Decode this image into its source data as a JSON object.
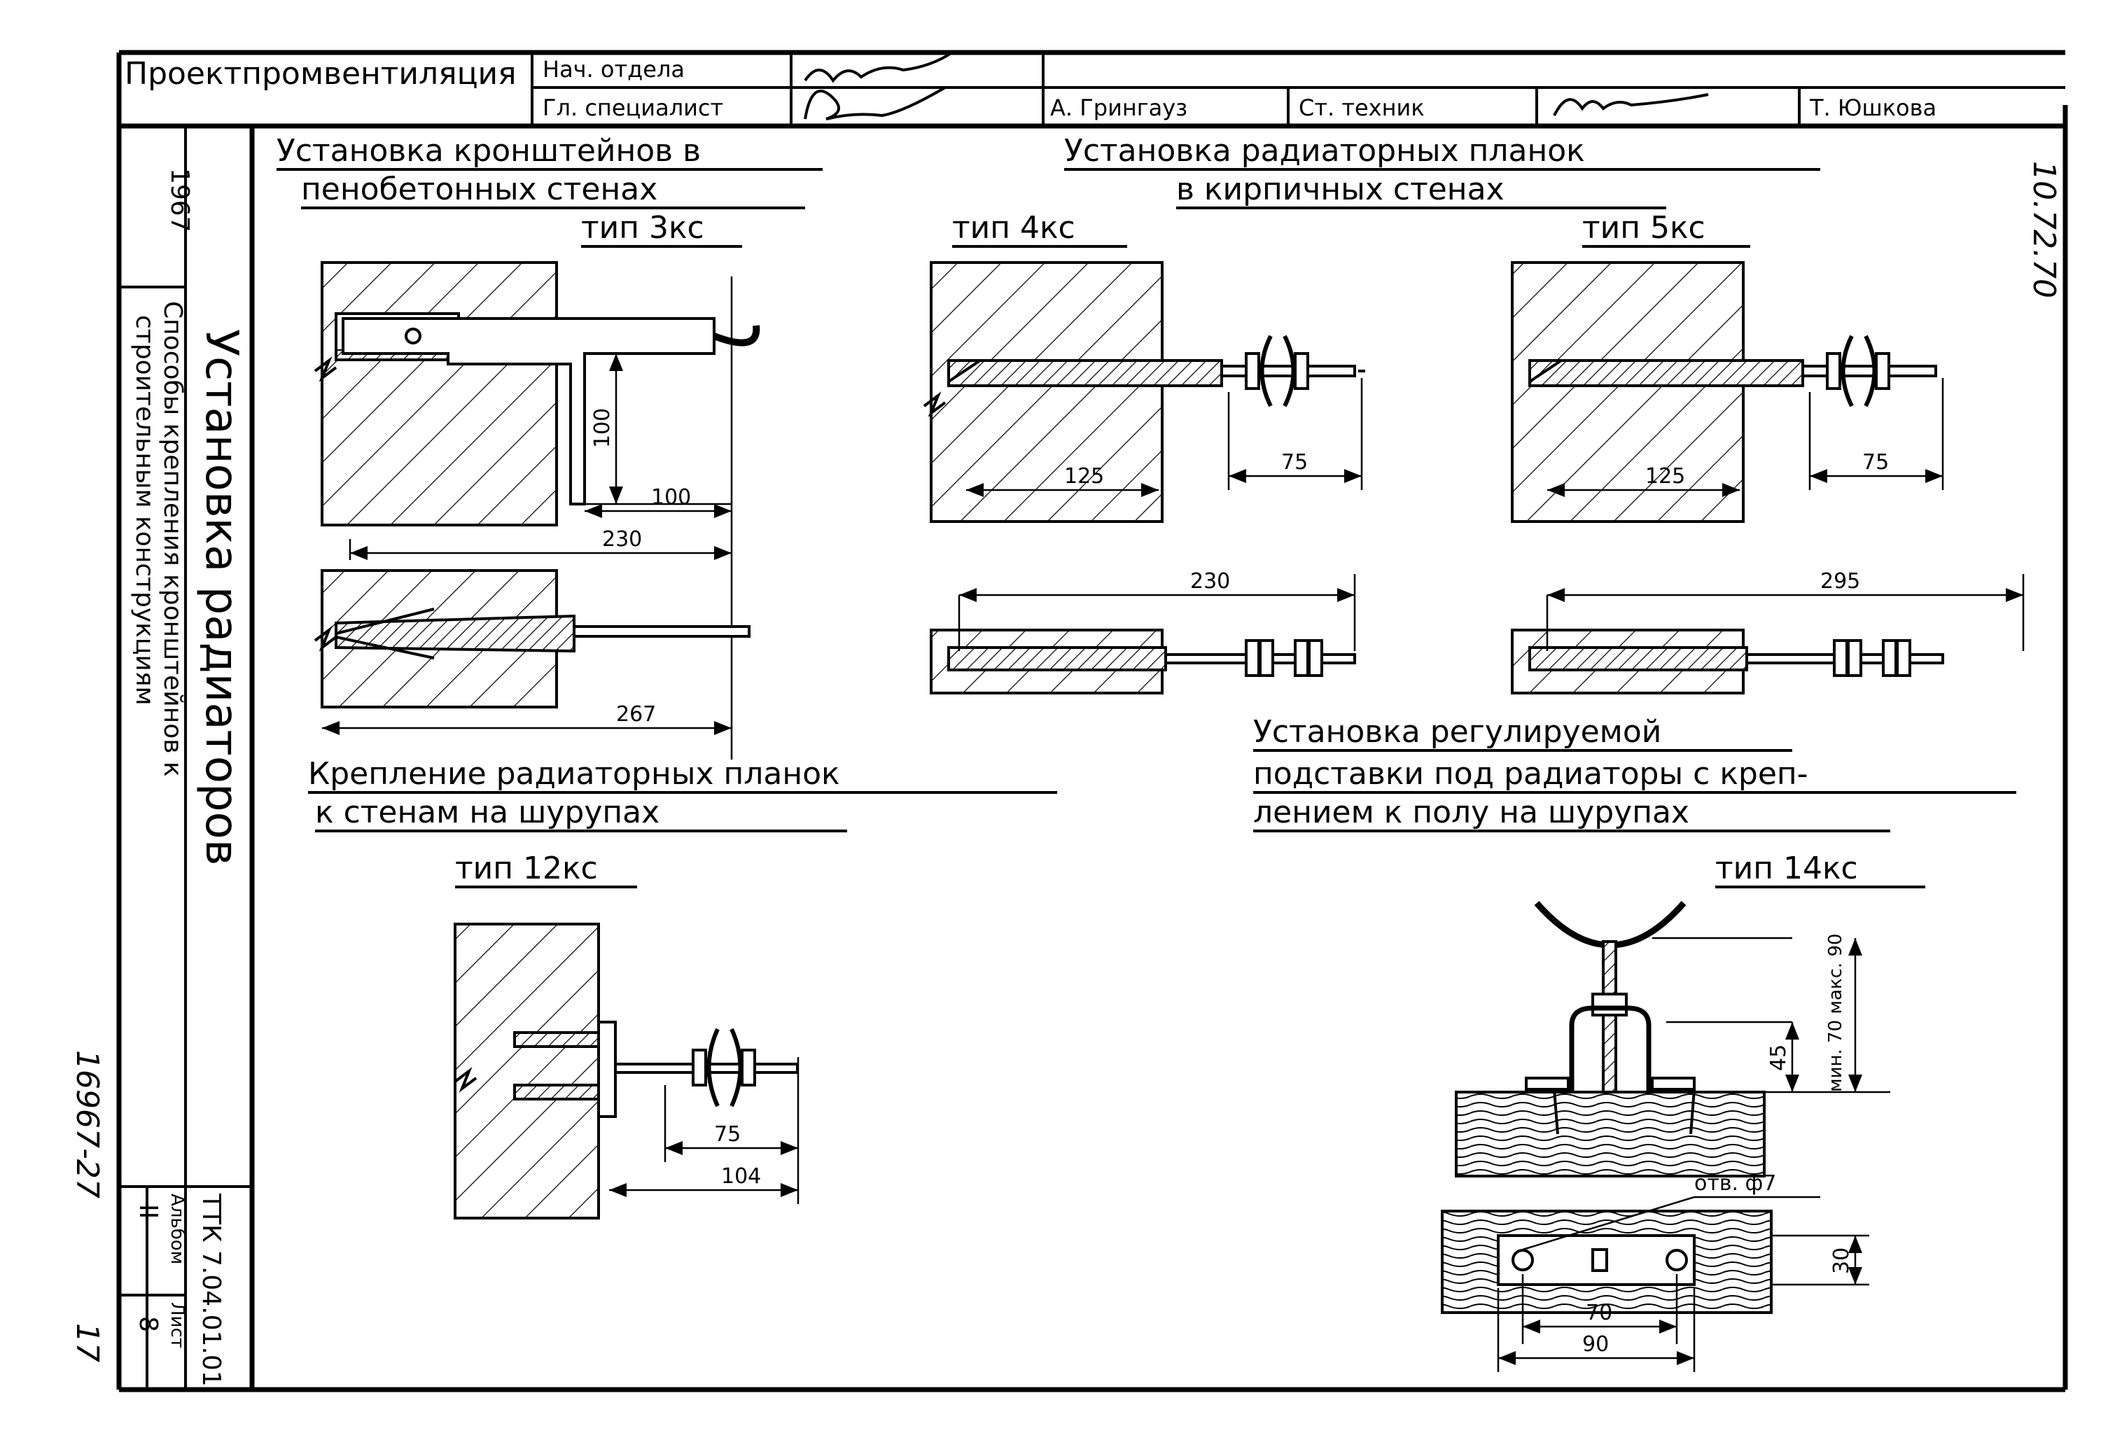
{
  "title_block": {
    "org": "Проектпромвентиляция",
    "role_head": "Нач. отдела",
    "role_specialist": "Гл. специалист",
    "name_specialist": "А. Грингауз",
    "role_technician": "Ст. техник",
    "name_technician": "Т. Юшкова"
  },
  "side_block": {
    "year": "1967",
    "main_title": "Установка радиаторов",
    "subtitle_1": "Способы крепления кронштейнов к",
    "subtitle_2": "строительным конструкциям",
    "doc_code": "ТТК 7.04.01.01",
    "album_label": "Альбом",
    "album_value": "II",
    "sheet_label": "Лист",
    "sheet_value": "8"
  },
  "margin": {
    "stamp": "16967-27",
    "page_number": "17",
    "date_mark": "10.72.70"
  },
  "sections": {
    "s1_title_1": "Установка кронштейнов в",
    "s1_title_2": "пенобетонных стенах",
    "s1_type": "тип 3кс",
    "s2_title_1": "Установка радиаторных планок",
    "s2_title_2": "в кирпичных стенах",
    "s2_type_a": "тип 4кс",
    "s2_type_b": "тип 5кс",
    "s3_title_1": "Крепление радиаторных планок",
    "s3_title_2": "к стенам на шурупах",
    "s3_type": "тип 12кс",
    "s4_title_1": "Установка регулируемой",
    "s4_title_2": "подставки под радиаторы с креп-",
    "s4_title_3": "лением к полу на шурупах",
    "s4_type": "тип 14кс"
  },
  "dimensions": {
    "d3_vertical": "100",
    "d3_horizontal": "100",
    "d3_total": "230",
    "d3_bottom": "267",
    "d4_embed": "125",
    "d4_nut": "75",
    "d4_total": "230",
    "d5_embed": "125",
    "d5_nut": "75",
    "d5_total": "295",
    "d12_nut": "75",
    "d12_total": "104",
    "d14_height": "45",
    "d14_range": "мин. 70 макс. 90",
    "d14_hole": "отв. ф7",
    "d14_width": "30",
    "d14_inner": "70",
    "d14_outer": "90"
  }
}
